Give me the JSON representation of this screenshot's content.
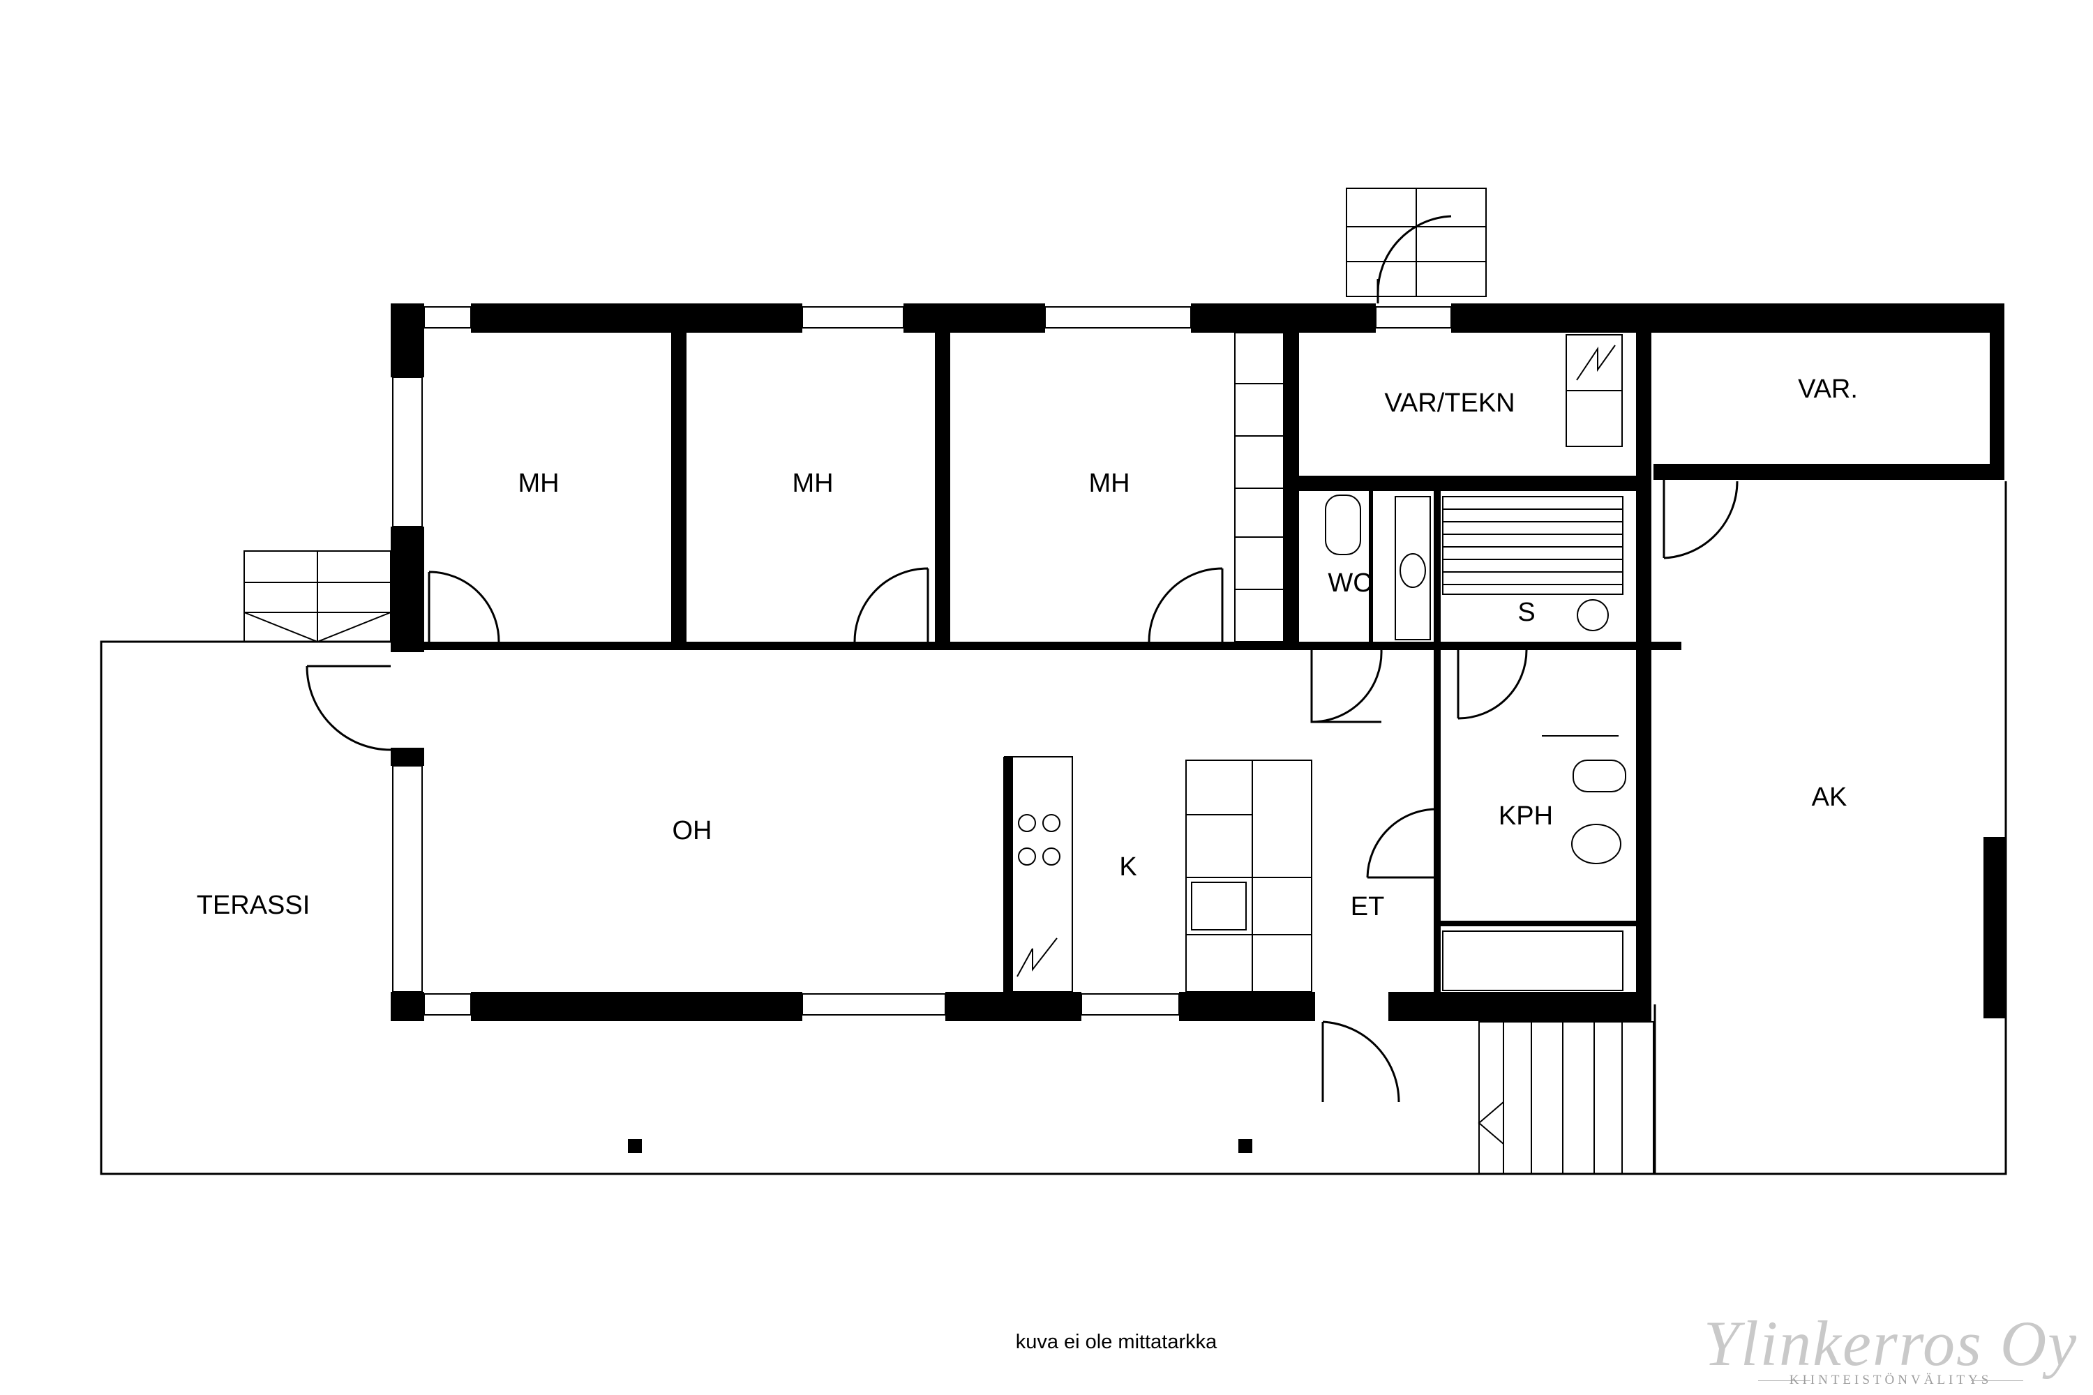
{
  "rooms": {
    "mh1": "MH",
    "mh2": "MH",
    "mh3": "MH",
    "var_tekn": "VAR/TEKN",
    "var": "VAR.",
    "wc": "WC",
    "s": "S",
    "oh": "OH",
    "k": "K",
    "et": "ET",
    "kph": "KPH",
    "ak": "AK",
    "terassi": "TERASSI"
  },
  "caption": "kuva ei ole mittatarkka",
  "logo": {
    "name": "Ylinkerros Oy",
    "tagline": "KIINTEISTÖNVÄLITYS"
  }
}
